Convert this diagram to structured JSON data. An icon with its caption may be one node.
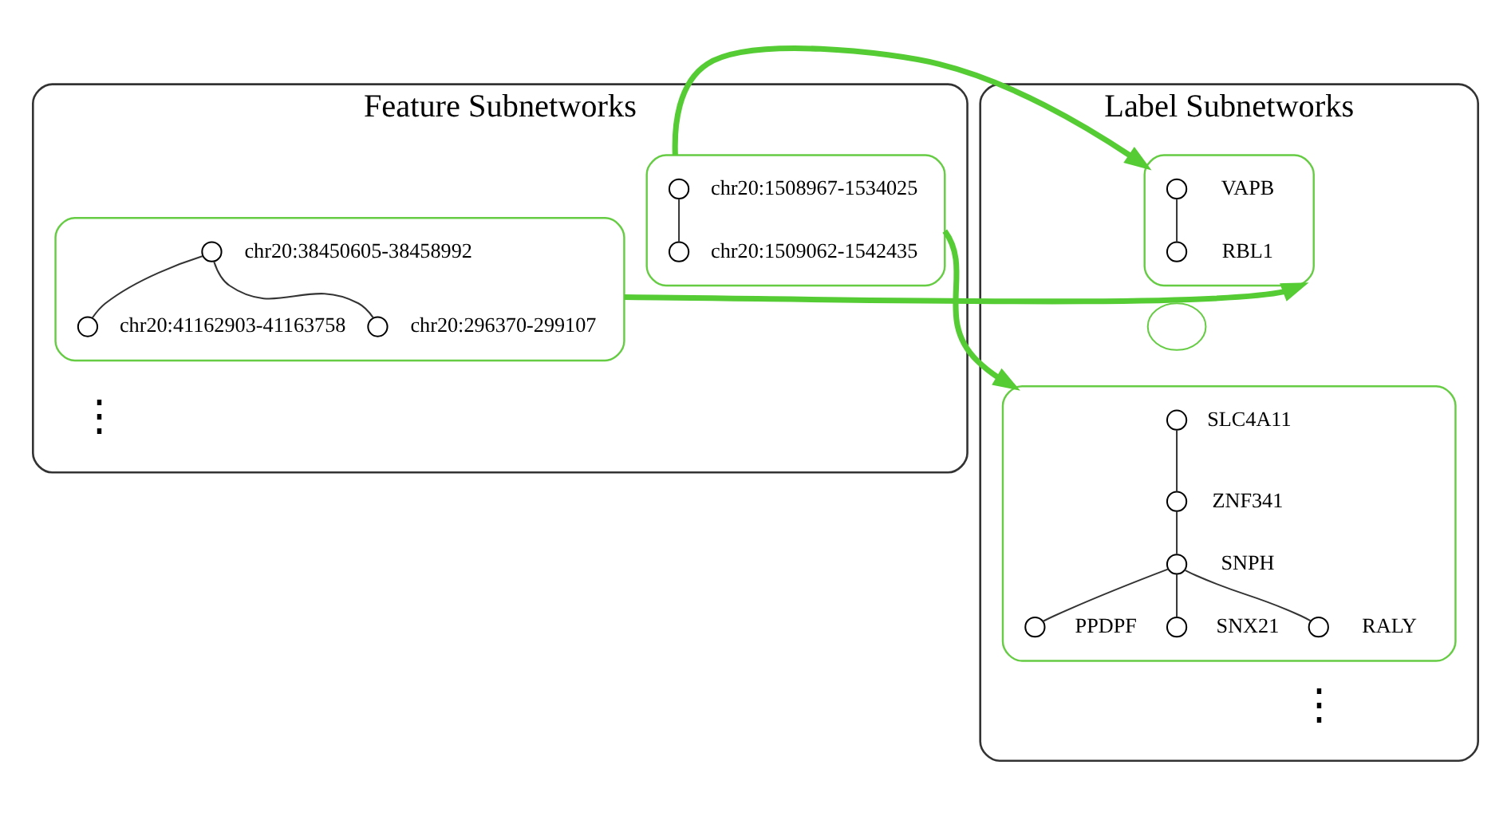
{
  "diagram": {
    "nodes": [
      {
        "text": [
          "Feature Subnetworks"
        ]
      },
      {
        "text": [],
        "shape": "ellipse",
        "in": 0
      },
      {
        "text": [],
        "shape": "circle",
        "in": 1,
        "beside": [
          "chr20:1508967-1534025"
        ]
      },
      {
        "text": [],
        "shape": "circle",
        "in": 1,
        "beside": [
          "chr20:1509062-1542435"
        ]
      },
      {
        "text": [],
        "shape": "ellipse",
        "in": 0
      },
      {
        "text": [],
        "shape": "circle",
        "in": 4,
        "beside": [
          "chr20:296370-299107"
        ]
      },
      {
        "text": [],
        "shape": "circle",
        "in": 4,
        "beside": [
          "chr20:38450605-38458992"
        ]
      },
      {
        "text": [],
        "shape": "circle",
        "in": 4,
        "beside": [
          "chr20:41162903-41163758"
        ]
      },
      {
        "text": [
          "Label Subnetworks"
        ]
      },
      {
        "text": [],
        "shape": "ellipse",
        "in": 8
      },
      {
        "text": [],
        "shape": "circle",
        "in": 9,
        "beside": [
          "VAPB"
        ]
      },
      {
        "text": [],
        "shape": "circle",
        "in": 9,
        "beside": [
          "RBL1"
        ]
      },
      {
        "text": [],
        "shape": "ellipse",
        "in": 8
      },
      {
        "text": [],
        "shape": "ellipse",
        "in": 8
      },
      {
        "text": [],
        "shape": "circle",
        "in": 13,
        "beside": [
          "SLC4A11"
        ]
      },
      {
        "text": [],
        "shape": "circle",
        "in": 13,
        "beside": [
          "ZNF341"
        ]
      },
      {
        "text": [],
        "shape": "circle",
        "in": 13,
        "beside": [
          "SNPH"
        ]
      },
      {
        "text": [],
        "shape": "circle",
        "in": 13,
        "beside": [
          "PPDPF"
        ]
      },
      {
        "text": [],
        "shape": "circle",
        "in": 13,
        "beside": [
          "SNX21"
        ]
      },
      {
        "text": [],
        "shape": "circle",
        "in": 13,
        "beside": [
          "RALY"
        ]
      }
    ],
    "edges": [
      {
        "from": 2,
        "to": 3,
        "arrow": "none"
      },
      {
        "from": 6,
        "to": 5,
        "arrow": "none"
      },
      {
        "from": 6,
        "to": 7,
        "arrow": "none"
      },
      {
        "from": 10,
        "to": 11,
        "arrow": "none"
      },
      {
        "from": 14,
        "to": 15,
        "arrow": "none"
      },
      {
        "from": 15,
        "to": 16,
        "arrow": "none"
      },
      {
        "from": 16,
        "to": 17,
        "arrow": "none"
      },
      {
        "from": 16,
        "to": 18,
        "arrow": "none"
      },
      {
        "from": 16,
        "to": 19,
        "arrow": "none"
      },
      {
        "from": 1,
        "to": 9,
        "arrow": "to",
        "color": "#55cc33",
        "style": "thick"
      },
      {
        "from": 1,
        "to": 13,
        "arrow": "to",
        "color": "#55cc33",
        "style": "thick"
      },
      {
        "from": 4,
        "to": 9,
        "arrow": "to",
        "color": "#55cc33",
        "style": "thick"
      }
    ],
    "labels": [
      "⋮",
      "⋮"
    ]
  }
}
